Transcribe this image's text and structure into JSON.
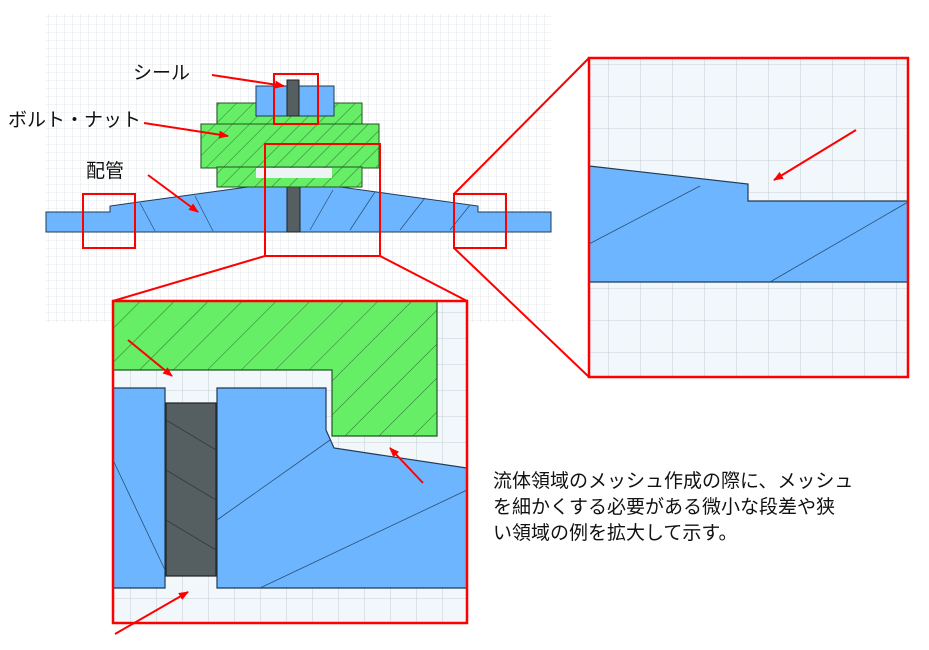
{
  "labels": {
    "seal": "シール",
    "bolt_nut": "ボルト・ナット",
    "pipe": "配管"
  },
  "caption": [
    "流体領域のメッシュ作成の際に、メッシュ",
    "を細かくする必要がある微小な段差や狭",
    "い領域の例を拡大して示す。"
  ],
  "colors": {
    "pipe_blue": "#6db6ff",
    "bolt_green": "#66ee66",
    "seal_gray": "#555e60",
    "highlight_red": "#ff0000",
    "mesh_line": "#9aa7b0"
  }
}
